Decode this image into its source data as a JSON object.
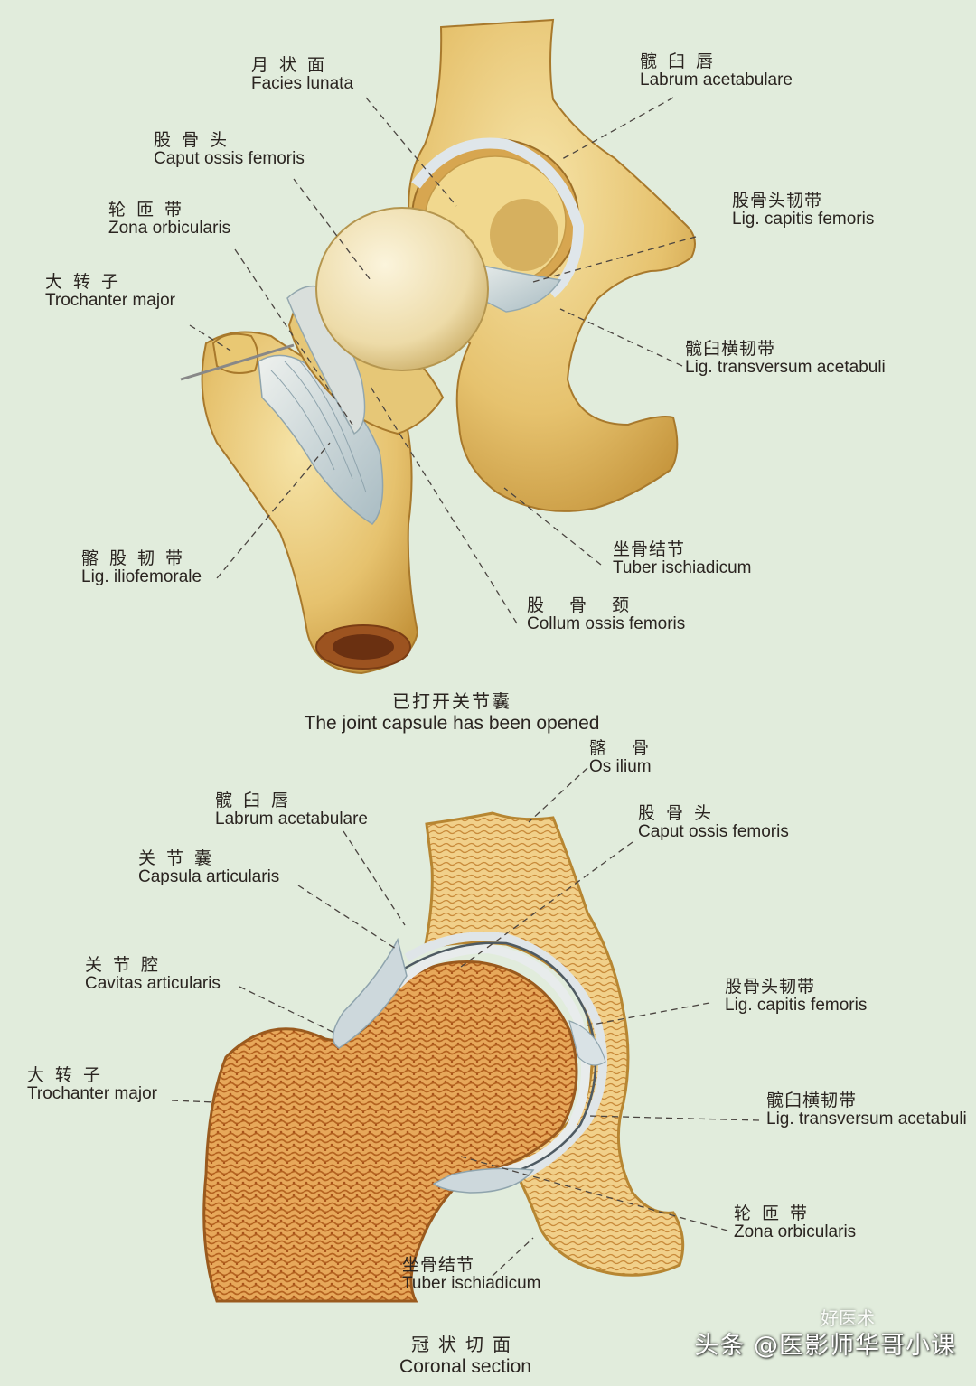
{
  "top_figure": {
    "labels": {
      "facies_lunata": {
        "zh": "月状面",
        "en": "Facies lunata"
      },
      "labrum_acetabulare": {
        "zh": "髋臼唇",
        "en": "Labrum acetabulare"
      },
      "caput_ossis_femoris": {
        "zh": "股骨头",
        "en": "Caput ossis femoris"
      },
      "lig_capitis_femoris": {
        "zh": "股骨头韧带",
        "en": "Lig. capitis femoris"
      },
      "zona_orbicularis": {
        "zh": "轮匝带",
        "en": "Zona orbicularis"
      },
      "trochanter_major": {
        "zh": "大转子",
        "en": "Trochanter major"
      },
      "lig_transversum_acetabuli": {
        "zh": "髋臼横韧带",
        "en": "Lig. transversum acetabuli"
      },
      "tuber_ischiadicum": {
        "zh": "坐骨结节",
        "en": "Tuber ischiadicum"
      },
      "lig_iliofemorale": {
        "zh": "髂股韧带",
        "en": "Lig. iliofemorale"
      },
      "collum_ossis_femoris": {
        "zh": "股骨颈",
        "en": "Collum ossis femoris"
      }
    },
    "caption": {
      "zh": "已打开关节囊",
      "en": "The joint capsule has been opened"
    }
  },
  "bottom_figure": {
    "labels": {
      "os_ilium": {
        "zh": "髂骨",
        "en": "Os ilium"
      },
      "labrum_acetabulare": {
        "zh": "髋臼唇",
        "en": "Labrum acetabulare"
      },
      "caput_ossis_femoris": {
        "zh": "股骨头",
        "en": "Caput ossis femoris"
      },
      "capsula_articularis": {
        "zh": "关节囊",
        "en": "Capsula articularis"
      },
      "cavitas_articularis": {
        "zh": "关节腔",
        "en": "Cavitas articularis"
      },
      "lig_capitis_femoris": {
        "zh": "股骨头韧带",
        "en": "Lig. capitis femoris"
      },
      "trochanter_major": {
        "zh": "大转子",
        "en": "Trochanter major"
      },
      "lig_transversum_acetabuli": {
        "zh": "髋臼横韧带",
        "en": "Lig. transversum acetabuli"
      },
      "zona_orbicularis": {
        "zh": "轮匝带",
        "en": "Zona orbicularis"
      },
      "tuber_ischiadicum": {
        "zh": "坐骨结节",
        "en": "Tuber ischiadicum"
      }
    },
    "caption": {
      "zh": "冠状切面",
      "en": "Coronal section"
    }
  },
  "watermark": {
    "text": "头条 @医影师华哥小课",
    "logo": "好医术"
  },
  "colors": {
    "background": "#e1ecdc",
    "bone": "#e8c97a",
    "bone_shadow": "#c99a3e",
    "cancellous": "#c9762c",
    "cartilage": "#dde3e6",
    "ligament": "#b9c9cf",
    "leader": "#4a4440"
  }
}
